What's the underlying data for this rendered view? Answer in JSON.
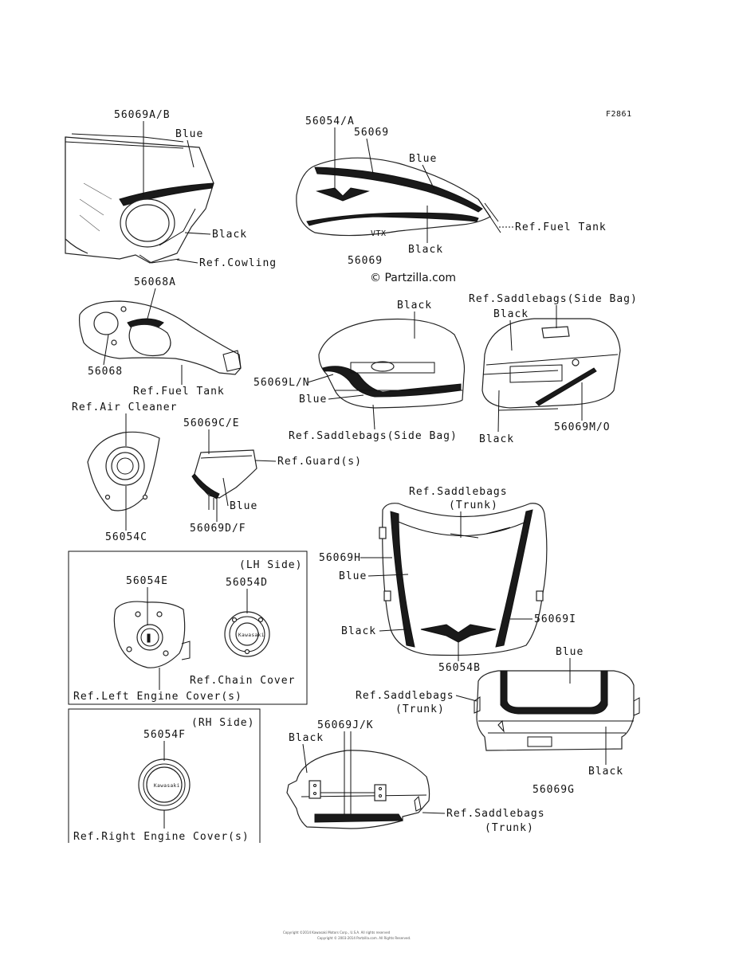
{
  "figure_code": "F2861",
  "watermark": "© Partzilla.com",
  "footer_lines": [
    "Copyright ©2014 Kawasaki Motors Corp., U.S.A. All rights reserved",
    "Copyright © 2003-2014 Partzilla.com. All Rights Reserved."
  ],
  "boxes": {
    "lh_side": "(LH Side)",
    "rh_side": "(RH Side)"
  },
  "labels": {
    "l_56069ab": "56069A/B",
    "l_blue_cowl": "Blue",
    "l_black_cowl": "Black",
    "l_ref_cowling": "Ref.Cowling",
    "l_56054a": "56054/A",
    "l_56069_top": "56069",
    "l_blue_tank": "Blue",
    "l_ref_fuel_tank": "Ref.Fuel Tank",
    "l_black_tank": "Black",
    "l_56069_bottom": "56069",
    "l_56068a": "56068A",
    "l_56068": "56068",
    "l_ref_fuel_tank2": "Ref.Fuel Tank",
    "l_black_bag1": "Black",
    "l_56069ln": "56069L/N",
    "l_blue_bag1": "Blue",
    "l_ref_saddlebags_side1": "Ref.Saddlebags(Side Bag)",
    "l_ref_saddlebags_side2": "Ref.Saddlebags(Side Bag)",
    "l_black_bag2_top": "Black",
    "l_black_bag2_bottom": "Black",
    "l_56069mo": "56069M/O",
    "l_ref_air_cleaner": "Ref.Air Cleaner",
    "l_56054c": "56054C",
    "l_56069ce": "56069C/E",
    "l_ref_guard": "Ref.Guard(s)",
    "l_blue_guard": "Blue",
    "l_56069df": "56069D/F",
    "l_ref_saddlebags_trunk1a": "Ref.Saddlebags",
    "l_ref_saddlebags_trunk1b": "(Trunk)",
    "l_56069h": "56069H",
    "l_blue_trunk1": "Blue",
    "l_black_trunk1": "Black",
    "l_56069i": "56069I",
    "l_56054b": "56054B",
    "l_56054e": "56054E",
    "l_56054d": "56054D",
    "l_ref_chain_cover": "Ref.Chain Cover",
    "l_ref_left_engine": "Ref.Left Engine Cover(s)",
    "l_56054f": "56054F",
    "l_ref_right_engine": "Ref.Right Engine Cover(s)",
    "l_blue_trunk2": "Blue",
    "l_ref_saddlebags_trunk2a": "Ref.Saddlebags",
    "l_ref_saddlebags_trunk2b": "(Trunk)",
    "l_black_trunk2": "Black",
    "l_56069g": "56069G",
    "l_56069jk": "56069J/K",
    "l_black_trunk3": "Black",
    "l_ref_saddlebags_trunk3a": "Ref.Saddlebags",
    "l_ref_saddlebags_trunk3b": "(Trunk)"
  }
}
